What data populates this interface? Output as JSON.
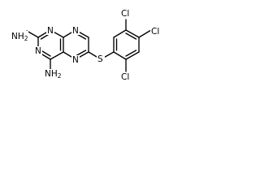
{
  "molecule": {
    "atoms": {
      "nh2_top": {
        "main": "NH",
        "sub": "2"
      },
      "nh2_bottom": {
        "main": "NH",
        "sub": "2"
      },
      "n1": "N",
      "n3": "N",
      "n5": "N",
      "n8": "N",
      "s": "S",
      "cl_top": "Cl",
      "cl_right": "Cl",
      "cl_bottom": "Cl"
    },
    "colors": {
      "bond": "#000000",
      "label": "#000000",
      "background": "#ffffff"
    }
  }
}
